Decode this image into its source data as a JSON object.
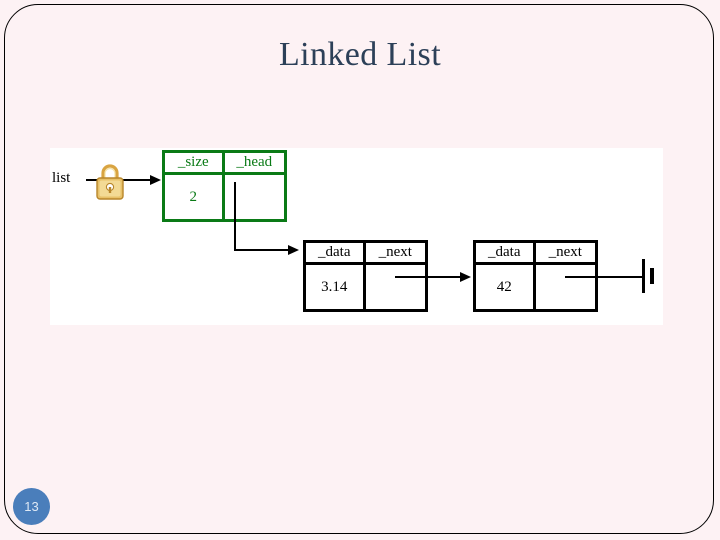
{
  "slide": {
    "title": "Linked List",
    "page_number": "13",
    "background_color": "#fdf2f4",
    "title_color": "#2c4058",
    "badge_color": "#4a7ebb"
  },
  "diagram": {
    "type": "linked-list",
    "variable_label": "list",
    "lock_icon": "padlock-icon",
    "list_object": {
      "border_color": "#0a7a16",
      "fields": [
        {
          "name": "_size",
          "value": "2"
        },
        {
          "name": "_head",
          "value": ""
        }
      ]
    },
    "nodes": [
      {
        "border_color": "#000000",
        "fields": [
          {
            "name": "_data",
            "value": "3.14"
          },
          {
            "name": "_next",
            "value": ""
          }
        ]
      },
      {
        "border_color": "#000000",
        "fields": [
          {
            "name": "_data",
            "value": "42"
          },
          {
            "name": "_next",
            "value": ""
          }
        ]
      }
    ],
    "terminator": "null-ground-symbol"
  }
}
